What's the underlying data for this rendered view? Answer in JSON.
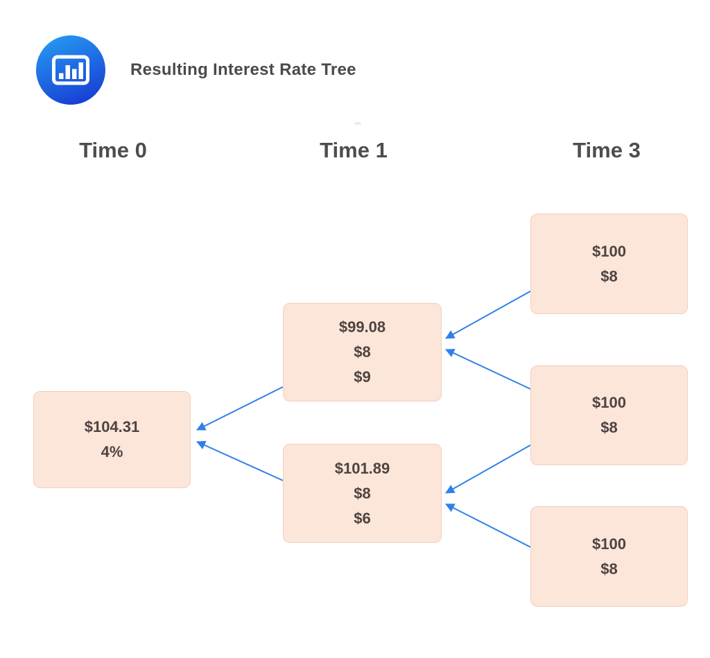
{
  "colors": {
    "background": "#ffffff",
    "box_fill": "#fce5d9",
    "box_border": "#f3cfc0",
    "node_text": "#4e4340",
    "heading_text": "#4d4d4d",
    "title_text": "#4a4a4a",
    "arrow": "#2f80e8",
    "logo_top": "#259af2",
    "logo_bottom": "#1840d4"
  },
  "header": {
    "logo_icon": "bar-chart-icon",
    "title": "Resulting Interest Rate Tree"
  },
  "columns": [
    {
      "id": "time0",
      "label": "Time 0"
    },
    {
      "id": "time1",
      "label": "Time 1"
    },
    {
      "id": "time3",
      "label": "Time 3"
    }
  ],
  "nodes": {
    "time0": {
      "column": "Time 0",
      "lines": [
        "$104.31",
        "4%"
      ]
    },
    "time1_upper": {
      "column": "Time 1",
      "lines": [
        "$99.08",
        "$8",
        "$9"
      ]
    },
    "time1_lower": {
      "column": "Time 1",
      "lines": [
        "$101.89",
        "$8",
        "$6"
      ]
    },
    "time3_upper": {
      "column": "Time 3",
      "lines": [
        "$100",
        "$8"
      ]
    },
    "time3_middle": {
      "column": "Time 3",
      "lines": [
        "$100",
        "$8"
      ]
    },
    "time3_lower": {
      "column": "Time 3",
      "lines": [
        "$100",
        "$8"
      ]
    }
  },
  "edges": [
    {
      "from": "time1_upper",
      "to": "time0"
    },
    {
      "from": "time1_lower",
      "to": "time0"
    },
    {
      "from": "time3_upper",
      "to": "time1_upper"
    },
    {
      "from": "time3_middle",
      "to": "time1_upper"
    },
    {
      "from": "time3_middle",
      "to": "time1_lower"
    },
    {
      "from": "time3_lower",
      "to": "time1_lower"
    }
  ]
}
